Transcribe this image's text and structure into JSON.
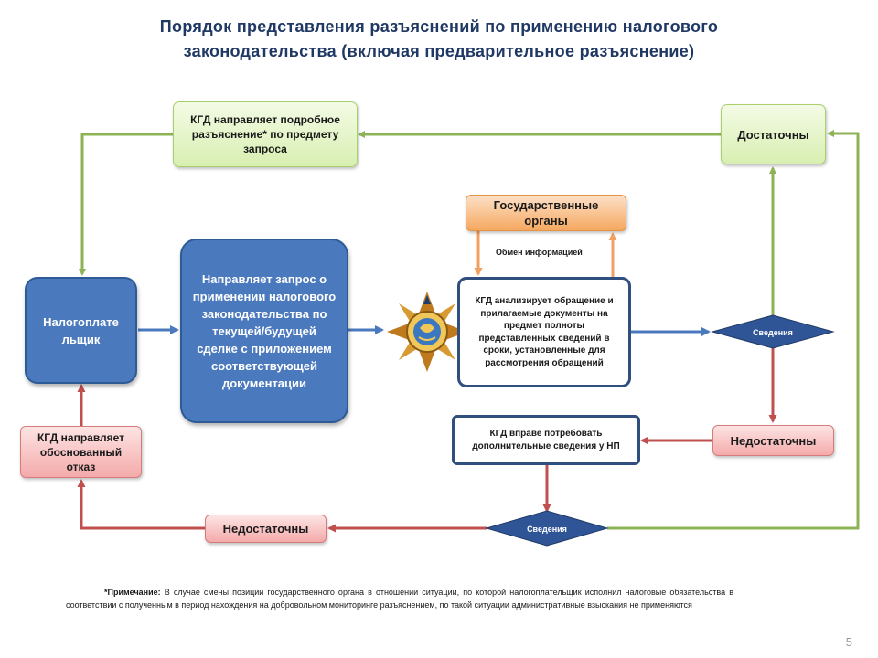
{
  "title": {
    "line1": "Порядок представления разъяснений по применению налогового",
    "line2": "законодательства (включая предварительное разъяснение)"
  },
  "nodes": {
    "kgd_detail": "КГД направляет подробное разъяснение* по предмету запроса",
    "sufficient_top": "Достаточны",
    "gov_bodies": "Государственные органы",
    "info_exchange": "Обмен информацией",
    "taxpayer": "Налогоплательщик",
    "request": "Направляет запрос о применении налогового законодательства по текущей/будущей сделке с приложением соответствующей документации",
    "kgd_analyze": "КГД анализирует обращение и прилагаемые документы на предмет полноты представленных сведений в сроки, установленные для рассмотрения обращений",
    "info_right": "Сведения",
    "insufficient_right": "Недостаточны",
    "kgd_request_more": "КГД вправе потребовать дополнительные сведения у НП",
    "kgd_refusal": "КГД направляет обоснованный отказ",
    "insufficient_bottom": "Недостаточны",
    "info_bottom": "Сведения"
  },
  "taxpayer_lines": [
    "Налогоплате",
    "льщик"
  ],
  "note": {
    "bold": "*Примечание:",
    "text": " В случае смены позиции государственного органа в отношении ситуации, по которой налогоплательщик исполнил налоговые обязательства в соответствии с полученным в период нахождения на добровольном мониторинге разъяснением, по такой ситуации административные взыскания не применяются"
  },
  "page_number": "5",
  "colors": {
    "title": "#1f3864",
    "arrow_green": "#8db356",
    "arrow_blue": "#4a79bd",
    "arrow_red": "#c0504d",
    "arrow_orange": "#f0a060",
    "blue_box": "#4a79bd",
    "diamond": "#2f5597"
  }
}
